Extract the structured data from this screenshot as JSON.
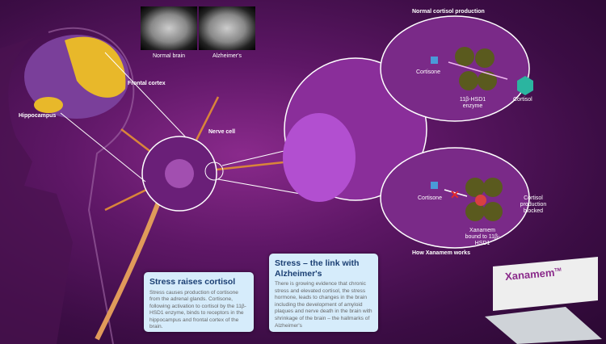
{
  "mri": {
    "normal_label": "Normal brain",
    "alzheimers_label": "Alzheimer's"
  },
  "labels": {
    "frontal_cortex": "Frontal cortex",
    "hippocampus": "Hippocampus",
    "nerve_cell": "Nerve cell"
  },
  "normal_panel": {
    "title": "Normal cortisol production",
    "cortisone": "Cortisone",
    "enzyme": "11β-HSD1 enzyme",
    "cortisol": "Cortisol"
  },
  "blocked_panel": {
    "title": "How Xanamem works",
    "cortisone": "Cortisone",
    "blocked": "Cortisol production blocked",
    "bound": "Xanamem bound to 11β-HSD1"
  },
  "box1": {
    "title": "Stress raises cortisol",
    "body": "Stress causes production of cortisone from the adrenal glands. Cortisone, following activation to cortisol by the 11β-HSD1 enzyme, binds to receptors in the hippocampus and frontal cortex of the brain."
  },
  "box2": {
    "title": "Stress – the link with Alzheimer's",
    "body": "There is growing evidence that chronic stress and elevated cortisol, the stress hormone, leads to changes in the brain including the development of amyloid plaques and nerve death in the brain with shrinkage of the brain – the hallmarks of Alzheimer's"
  },
  "product": {
    "name": "Xanamem",
    "tm": "TM"
  }
}
